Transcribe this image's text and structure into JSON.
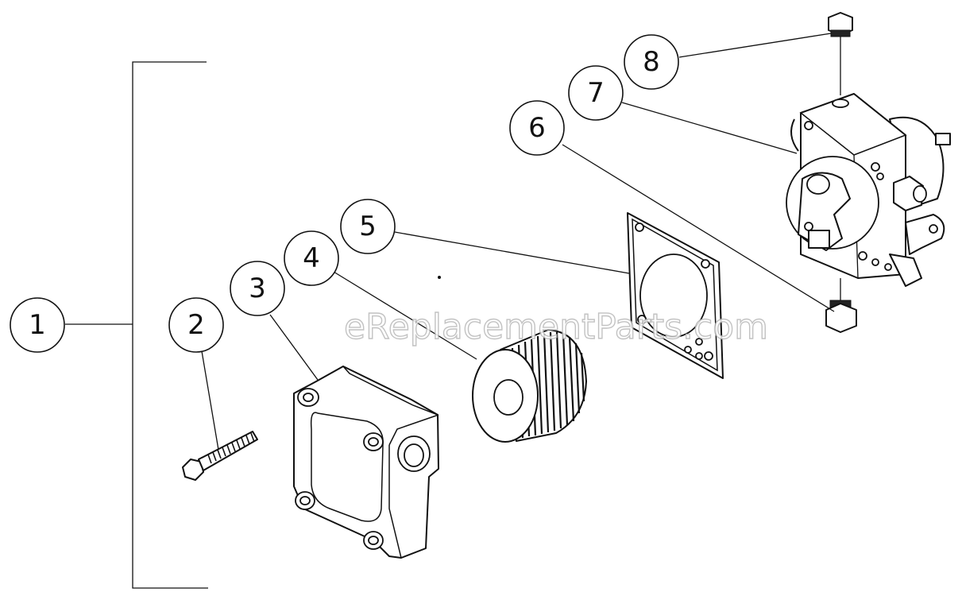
{
  "diagram": {
    "callouts": [
      "1",
      "2",
      "3",
      "4",
      "5",
      "6",
      "7",
      "8"
    ],
    "watermark": "eReplacementParts.com",
    "colors": {
      "line": "#111111",
      "background": "#ffffff",
      "watermark": "#b8b8b8"
    }
  }
}
